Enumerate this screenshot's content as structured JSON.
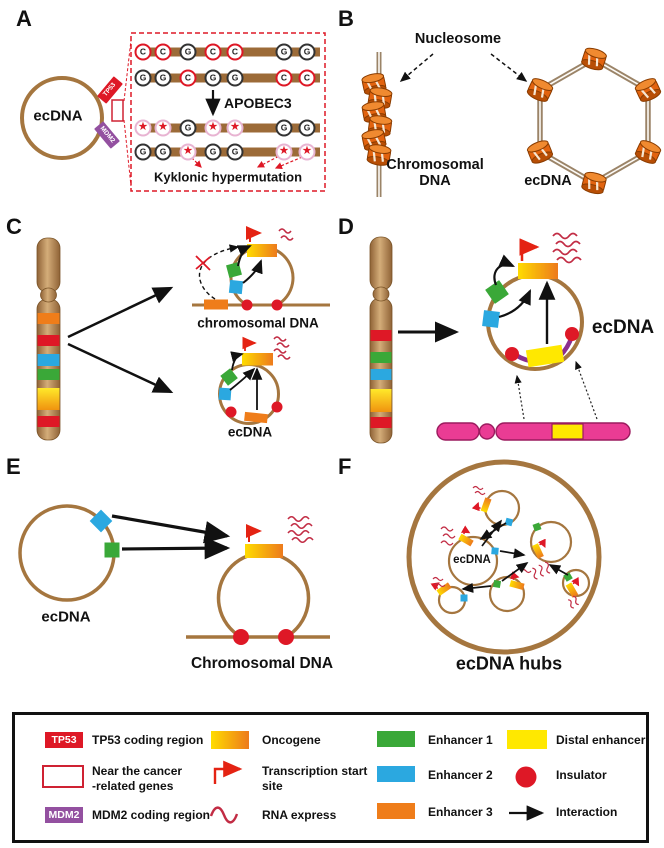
{
  "colors": {
    "red": "#de1826",
    "green": "#3aa838",
    "blue": "#2ba8e0",
    "orange": "#ef7d1a",
    "yellow": "#ffe800",
    "purple": "#9350a0",
    "violet": "#8b2f8f",
    "magenta": "#ea3c94",
    "magentad": "#9b1b5e",
    "dna": "#a5763f",
    "bar": "#9c6b38",
    "gray": "#9b8468",
    "rna": "#c22c44",
    "tss": "#e42313"
  },
  "panels": {
    "a": {
      "letter": "A",
      "ecdna": "ecDNA",
      "tp53_chip": "TP53",
      "mdm2_chip": "MDM2",
      "apobec3": "APOBEC3",
      "kyklonic": "Kyklonic hypermutation",
      "rows": [
        [
          "C",
          "C",
          "G",
          "C",
          "C",
          "G",
          "G"
        ],
        [
          "G",
          "G",
          "C",
          "G",
          "G",
          "C",
          "C"
        ],
        [
          "★",
          "★",
          "G",
          "★",
          "★",
          "G",
          "G"
        ],
        [
          "G",
          "G",
          "★",
          "G",
          "G",
          "★",
          "★"
        ]
      ]
    },
    "b": {
      "letter": "B",
      "nucleosome": "Nucleosome",
      "chromosomal_line1": "Chromosomal",
      "chromosomal_line2": "DNA",
      "ecdna": "ecDNA"
    },
    "c": {
      "letter": "C",
      "chromosomal_dna": "chromosomal DNA",
      "ecdna": "ecDNA"
    },
    "d": {
      "letter": "D",
      "ecdna": "ecDNA"
    },
    "e": {
      "letter": "E",
      "ecdna": "ecDNA",
      "chromosomal_dna": "Chromosomal DNA"
    },
    "f": {
      "letter": "F",
      "ecdna": "ecDNA",
      "hubs": "ecDNA hubs"
    }
  },
  "legend": {
    "tp53_chip": "TP53",
    "tp53": "TP53 coding region",
    "near1": "Near the cancer",
    "near2": "-related genes",
    "mdm2_chip": "MDM2",
    "mdm2": "MDM2 coding region",
    "oncogene": "Oncogene",
    "tss1": "Transcription start",
    "tss2": "site",
    "rna": "RNA express",
    "enh1": "Enhancer 1",
    "enh2": "Enhancer 2",
    "enh3": "Enhancer 3",
    "distal": "Distal enhancer",
    "insulator": "Insulator",
    "interaction": "Interaction"
  }
}
